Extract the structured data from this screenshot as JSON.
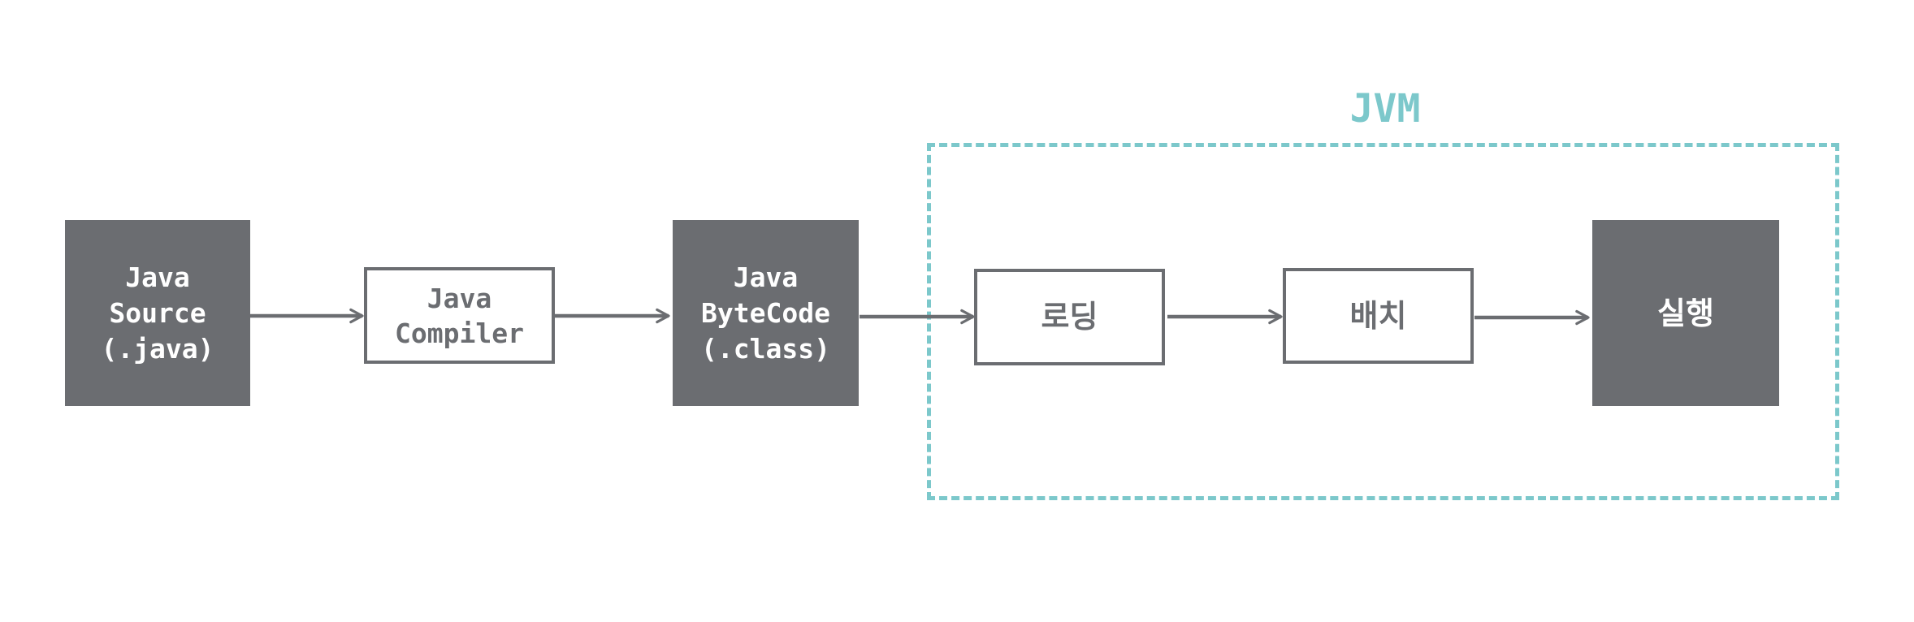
{
  "diagram": {
    "container": {
      "title": "JVM",
      "color": "#7cc8cb"
    },
    "nodes": [
      {
        "id": "java-source",
        "label": "Java\nSource\n(.java)",
        "style": "filled"
      },
      {
        "id": "java-compiler",
        "label": "Java\nCompiler",
        "style": "outline"
      },
      {
        "id": "java-bytecode",
        "label": "Java\nByteCode\n(.class)",
        "style": "filled"
      },
      {
        "id": "loading",
        "label": "로딩",
        "style": "outline"
      },
      {
        "id": "linking",
        "label": "배치",
        "style": "outline"
      },
      {
        "id": "execution",
        "label": "실행",
        "style": "filled"
      }
    ],
    "edges": [
      {
        "from": "java-source",
        "to": "java-compiler"
      },
      {
        "from": "java-compiler",
        "to": "java-bytecode"
      },
      {
        "from": "java-bytecode",
        "to": "loading"
      },
      {
        "from": "loading",
        "to": "linking"
      },
      {
        "from": "linking",
        "to": "execution"
      }
    ],
    "colors": {
      "node_fill": "#6b6d71",
      "node_text_on_fill": "#ffffff",
      "edge": "#6b6d71"
    }
  }
}
